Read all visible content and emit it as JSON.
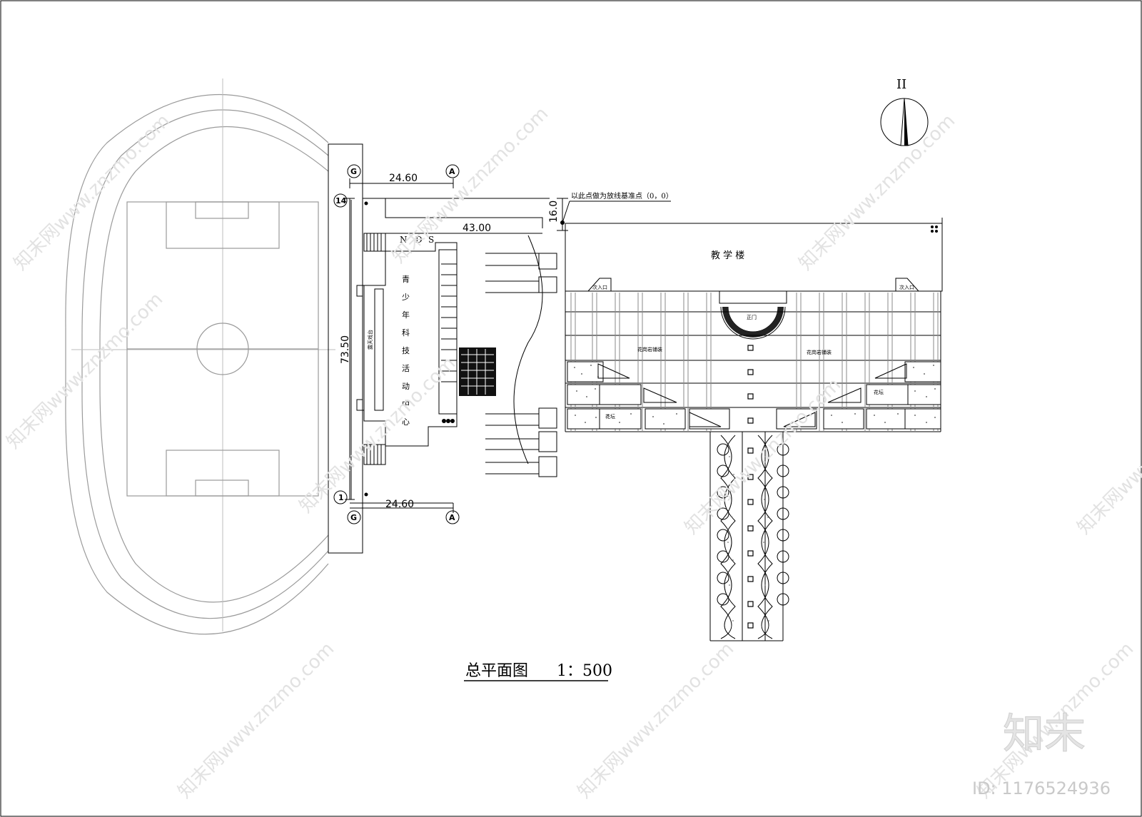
{
  "drawing": {
    "title": "总平面图",
    "scale": "1：500",
    "north_mark": "II"
  },
  "dimensions": {
    "top_width": "24.60",
    "bottom_width": "24.60",
    "left_height": "73.50",
    "stage_offset": "43.00",
    "setback": "16.0"
  },
  "axis_labels": {
    "g_top": "G",
    "a_top": "A",
    "n14": "14",
    "n1": "1",
    "g_bottom": "G",
    "a_bottom": "A"
  },
  "labels": {
    "datum_point": "以此点做为放线基准点（0，0）",
    "teaching_building": "教  学  楼",
    "main_gate": "正门",
    "secondary_entrance_left": "次入口",
    "secondary_entrance_right": "次入口",
    "granite_left": "花岗岩铺装",
    "granite_right": "花岗岩铺装",
    "flower_bed_left": "花坛",
    "flower_bed_right": "花坛",
    "stage": "露天戏台",
    "letters_n": "N",
    "letters_d": "D",
    "letters_s": "S",
    "center_chars": [
      "青",
      "少",
      "年",
      "科",
      "技",
      "活",
      "动",
      "中",
      "心"
    ]
  },
  "watermark": {
    "site": "知末网www.znzmo.com",
    "logo": "知末",
    "id": "ID: 1176524936"
  },
  "colors": {
    "line": "#000000",
    "field": "#9a9a9a",
    "watermark": "#e2e2e2"
  }
}
